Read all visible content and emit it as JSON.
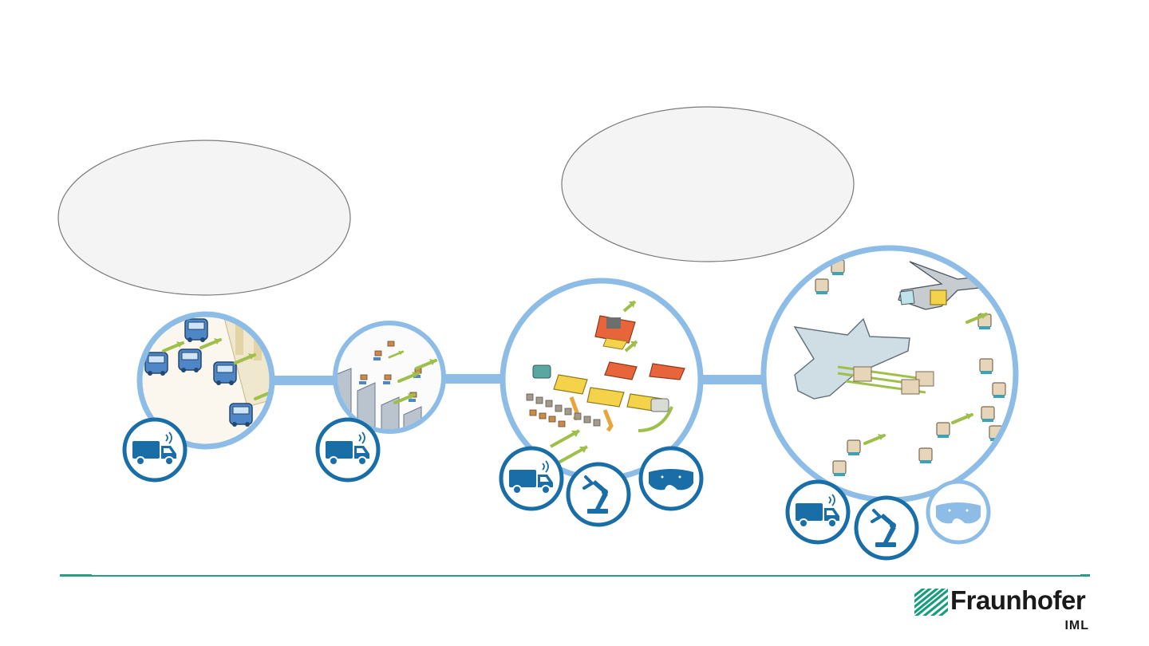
{
  "colors": {
    "ring": "#8dbde6",
    "icon_blue": "#1a6ea8",
    "icon_light": "#8dbde6",
    "connector": "#8dbde6",
    "footer_line": "#2a9c82",
    "bubble_fill": "#f4f4f4",
    "bubble_stroke": "#7a7a7a"
  },
  "stages": [
    {
      "name": "stage-1",
      "scene": "autonomous-vehicles-scene",
      "icons": [
        "truck-icon"
      ]
    },
    {
      "name": "stage-2",
      "scene": "conveyor-sorting-scene",
      "icons": [
        "truck-icon"
      ]
    },
    {
      "name": "stage-3",
      "scene": "factory-cell-scene",
      "icons": [
        "truck-icon",
        "robot-arm-icon",
        "vr-headset-icon"
      ]
    },
    {
      "name": "stage-4",
      "scene": "drone-airship-scene",
      "icons": [
        "truck-icon",
        "robot-arm-icon",
        "vr-headset-icon"
      ]
    }
  ],
  "brand": {
    "name": "Fraunhofer",
    "institute": "IML"
  }
}
